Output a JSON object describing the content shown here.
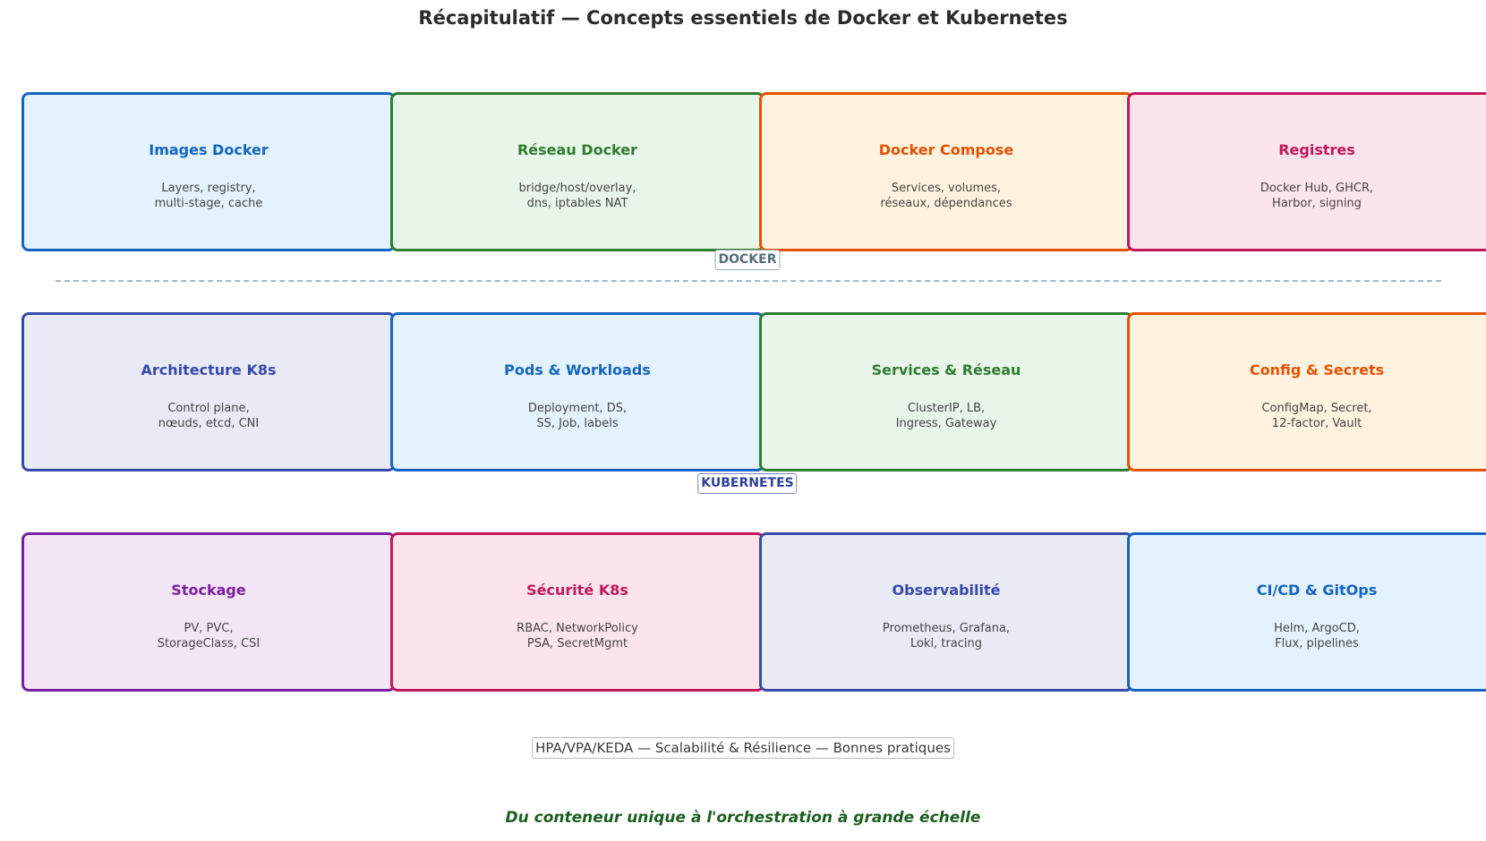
{
  "title": "Récapitulatif — Concepts essentiels de Docker et Kubernetes",
  "sections": [
    {
      "label": "DOCKER",
      "color": "#546e7a",
      "border": "#9aa8ae"
    },
    {
      "label": "KUBERNETES",
      "color": "#303f9f",
      "border": "#7986cb"
    }
  ],
  "cards": [
    {
      "title": "Images Docker",
      "desc": "Layers, registry,\nmulti-stage, cache",
      "border": "#1565c0",
      "fill": "#e3f2fd",
      "text": "#1565c0"
    },
    {
      "title": "Réseau Docker",
      "desc": "bridge/host/overlay,\ndns, iptables NAT",
      "border": "#2e7d32",
      "fill": "#e8f5e9",
      "text": "#2e7d32"
    },
    {
      "title": "Docker Compose",
      "desc": "Services, volumes,\nréseaux, dépendances",
      "border": "#e65100",
      "fill": "#fff3e0",
      "text": "#e65100"
    },
    {
      "title": "Registres",
      "desc": "Docker Hub, GHCR,\nHarbor, signing",
      "border": "#c2185b",
      "fill": "#fce4ec",
      "text": "#c2185b"
    },
    {
      "title": "Architecture K8s",
      "desc": "Control plane,\nnœuds, etcd, CNI",
      "border": "#3949ab",
      "fill": "#e8eaf6",
      "text": "#3949ab"
    },
    {
      "title": "Pods & Workloads",
      "desc": "Deployment, DS,\nSS, Job, labels",
      "border": "#1565c0",
      "fill": "#e3f2fd",
      "text": "#1565c0"
    },
    {
      "title": "Services & Réseau",
      "desc": "ClusterIP, LB,\nIngress, Gateway",
      "border": "#2e7d32",
      "fill": "#e8f5e9",
      "text": "#2e7d32"
    },
    {
      "title": "Config & Secrets",
      "desc": "ConfigMap, Secret,\n12-factor, Vault",
      "border": "#e65100",
      "fill": "#fff3e0",
      "text": "#e65100"
    },
    {
      "title": "Stockage",
      "desc": "PV, PVC,\nStorageClass, CSI",
      "border": "#7b1fa2",
      "fill": "#f3e5f5",
      "text": "#7b1fa2"
    },
    {
      "title": "Sécurité K8s",
      "desc": "RBAC, NetworkPolicy\nPSA, SecretMgmt",
      "border": "#c2185b",
      "fill": "#fce4ec",
      "text": "#c2185b"
    },
    {
      "title": "Observabilité",
      "desc": "Prometheus, Grafana,\nLoki, tracing",
      "border": "#3949ab",
      "fill": "#e8eaf6",
      "text": "#3949ab"
    },
    {
      "title": "CI/CD & GitOps",
      "desc": "Helm, ArgoCD,\nFlux, pipelines",
      "border": "#1565c0",
      "fill": "#e3f2fd",
      "text": "#1565c0"
    }
  ],
  "footer": "HPA/VPA/KEDA — Scalabilité & Résilience — Bonnes pratiques",
  "tagline": "Du conteneur unique à l'orchestration à grande échelle",
  "colors": {
    "divider": "#a5b7c2",
    "tagline": "#1b5e20"
  }
}
